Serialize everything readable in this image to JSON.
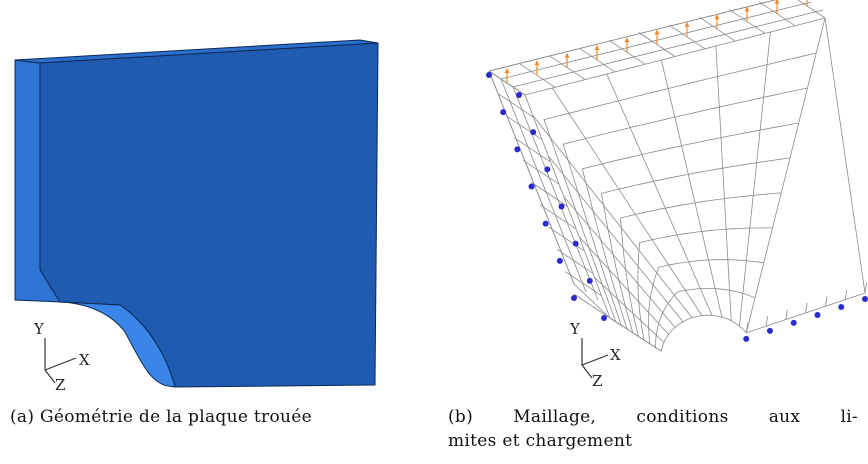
{
  "figure_a": {
    "caption": "(a) Géométrie de la plaque trouée",
    "triad": {
      "y": "Y",
      "x": "X",
      "z": "Z"
    },
    "colors": {
      "front": "#1f5bb0",
      "top": "#2b6fcc",
      "side": "#2d74d4",
      "hole": "#3a86e8"
    }
  },
  "figure_b": {
    "caption_line1_words": [
      "(b)",
      "Maillage,",
      "conditions",
      "aux",
      "li-"
    ],
    "caption_line2": "mites et chargement",
    "triad": {
      "y": "Y",
      "x": "X",
      "z": "Z"
    },
    "colors": {
      "mesh": "#8a8a8a",
      "load_arrow": "#f08a2a",
      "support": "#2a2ad0"
    }
  }
}
